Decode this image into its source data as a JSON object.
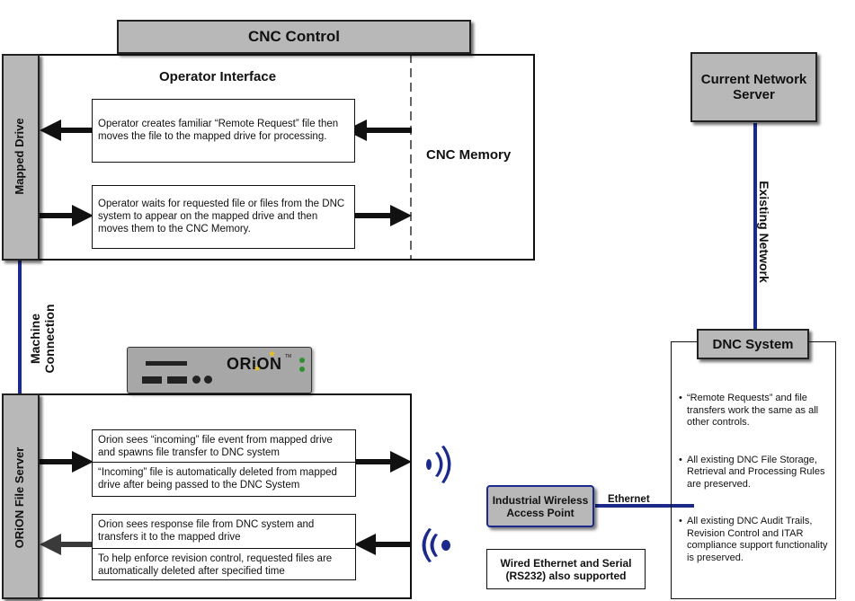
{
  "cnc_control": {
    "title": "CNC Control"
  },
  "mapped_drive": {
    "label": "Mapped Drive",
    "operator_interface": "Operator Interface",
    "cnc_memory": "CNC Memory",
    "box1": "Operator creates familiar “Remote Request” file then moves the file to the mapped drive for processing.",
    "box2": "Operator waits for requested file or files from the DNC system to appear on the mapped drive and then moves them to the CNC Memory."
  },
  "machine_connection": {
    "line1": "Machine",
    "line2": "Connection"
  },
  "device": {
    "logo": "ORiON",
    "tm": "TM"
  },
  "orion_server": {
    "label": "ORiON File Server",
    "box1": "Orion sees “incoming” file event from mapped drive and spawns file transfer to DNC system",
    "box2": "“Incoming” file is automatically deleted from mapped drive after being passed to the DNC System",
    "box3": "Orion sees response file from DNC system and transfers it to the mapped drive",
    "box4": "To help enforce revision control, requested files are automatically deleted after specified time"
  },
  "network_server": {
    "title": "Current Network Server"
  },
  "existing_network": {
    "label": "Existing Network"
  },
  "dnc_system": {
    "title": "DNC System",
    "bullets": [
      "“Remote Requests” and file transfers work the same as all other controls.",
      "All existing DNC File Storage, Retrieval and Processing Rules are preserved.",
      "All existing DNC Audit Trails, Revision Control and ITAR compliance support functionality is preserved."
    ]
  },
  "wireless": {
    "title": "Industrial Wireless Access Point",
    "ethernet": "Ethernet"
  },
  "wired_note": {
    "text": "Wired Ethernet and Serial (RS232) also supported"
  }
}
